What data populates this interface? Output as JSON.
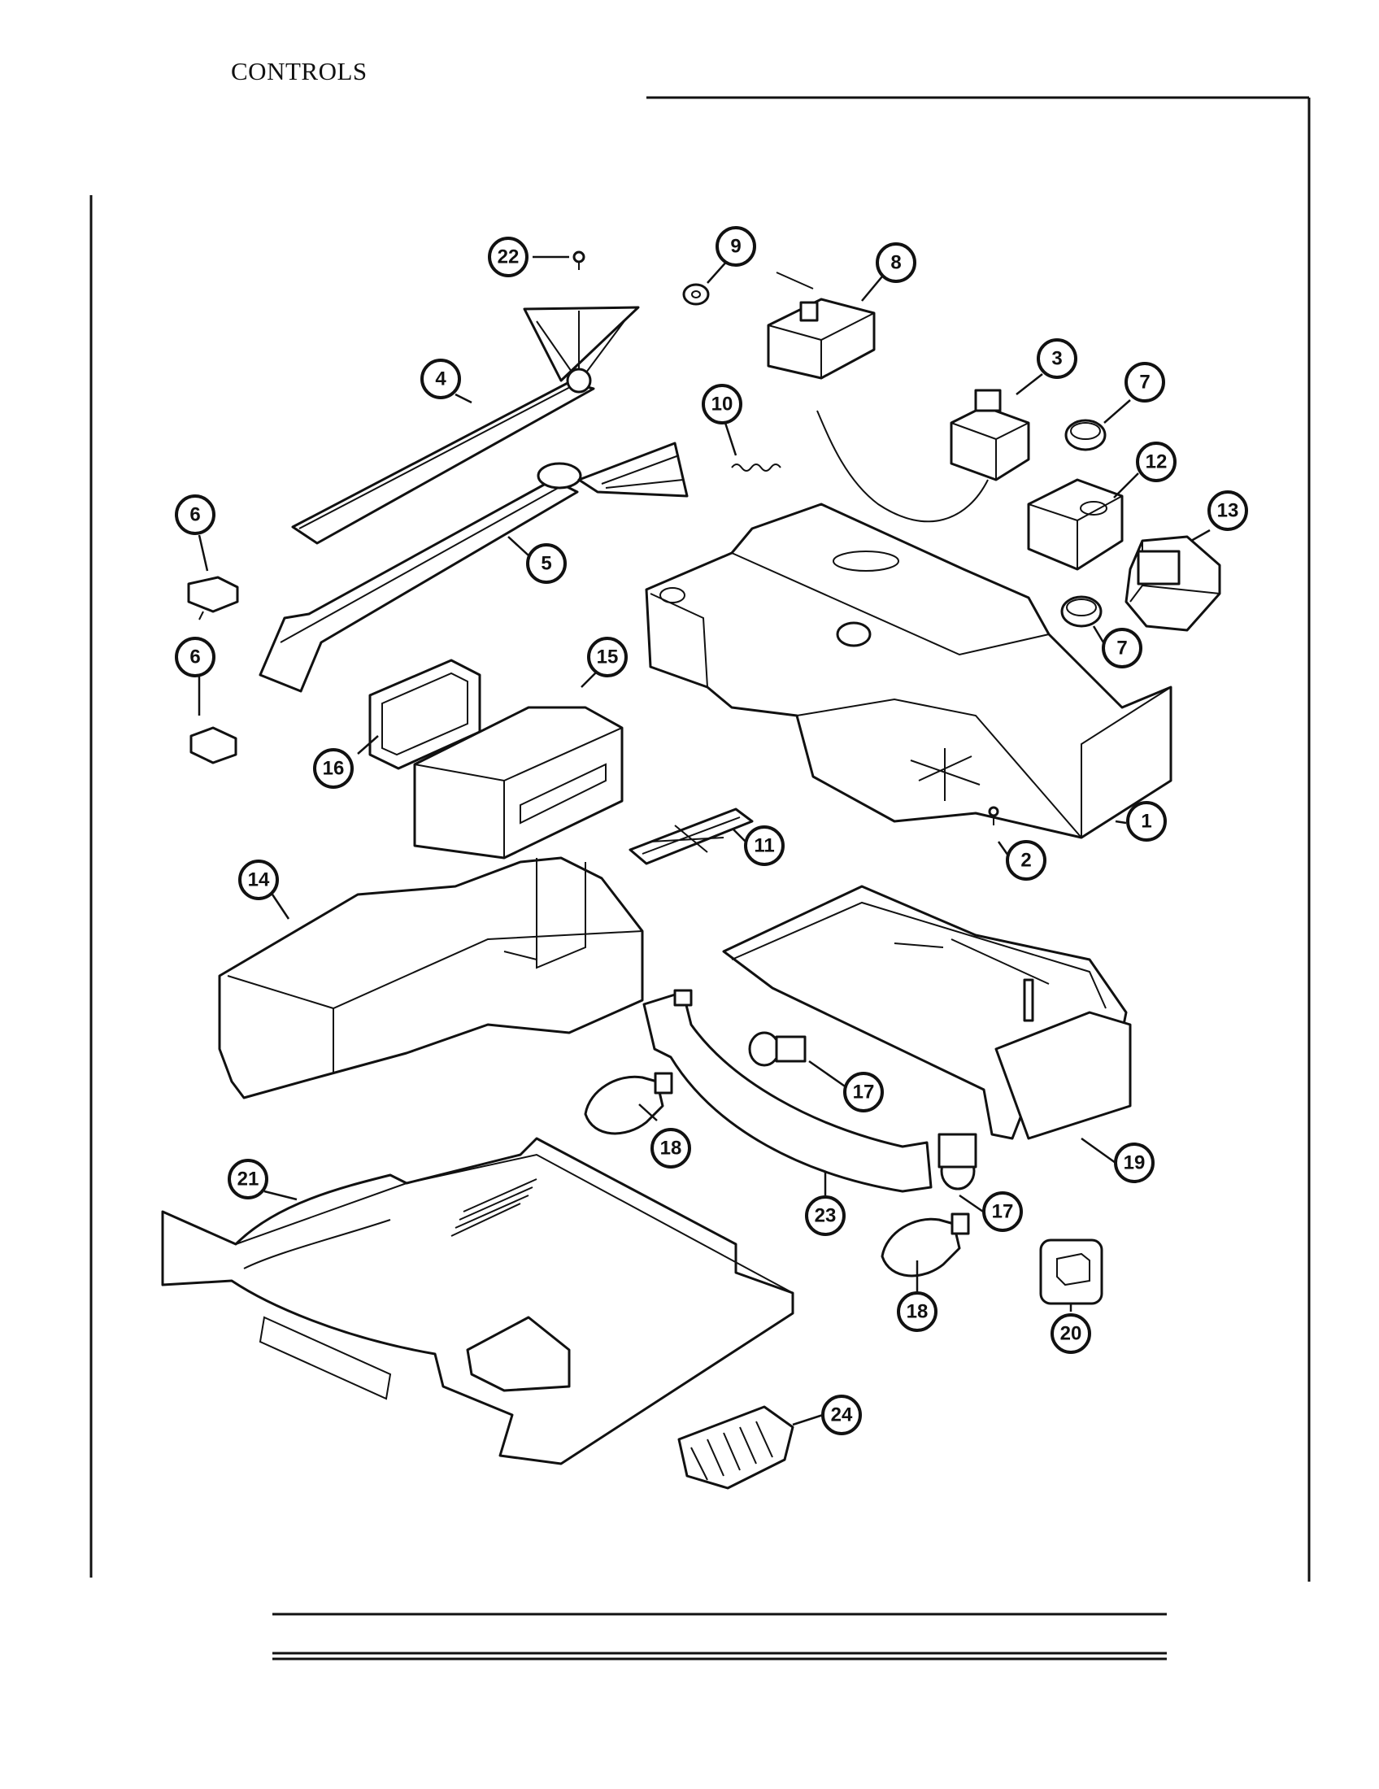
{
  "header": {
    "title": "CONTROLS"
  },
  "callouts": [
    {
      "label": "22"
    },
    {
      "label": "9"
    },
    {
      "label": "8"
    },
    {
      "label": "4"
    },
    {
      "label": "3"
    },
    {
      "label": "7"
    },
    {
      "label": "10"
    },
    {
      "label": "12"
    },
    {
      "label": "13"
    },
    {
      "label": "6"
    },
    {
      "label": "5"
    },
    {
      "label": "6"
    },
    {
      "label": "7"
    },
    {
      "label": "15"
    },
    {
      "label": "16"
    },
    {
      "label": "1"
    },
    {
      "label": "11"
    },
    {
      "label": "2"
    },
    {
      "label": "14"
    },
    {
      "label": "17"
    },
    {
      "label": "18"
    },
    {
      "label": "19"
    },
    {
      "label": "21"
    },
    {
      "label": "23"
    },
    {
      "label": "17"
    },
    {
      "label": "18"
    },
    {
      "label": "20"
    },
    {
      "label": "24"
    }
  ]
}
